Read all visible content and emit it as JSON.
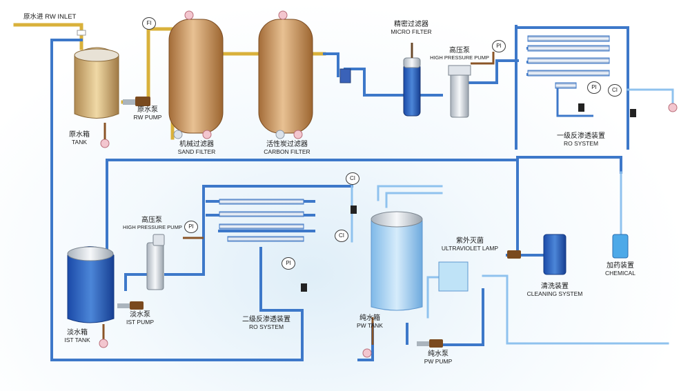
{
  "inlet": {
    "label": "原水进 RW INLET"
  },
  "components": {
    "rw_tank": {
      "cn": "原水箱",
      "en": "TANK"
    },
    "rw_pump": {
      "cn": "原水泵",
      "en": "RW PUMP"
    },
    "sand_filter": {
      "cn": "机械过滤器",
      "en": "SAND FILTER"
    },
    "carbon_filter": {
      "cn": "活性炭过滤器",
      "en": "CARBON FILTER"
    },
    "micro_filter": {
      "cn": "精密过滤器",
      "en": "MICRO FILTER"
    },
    "hp_pump_1": {
      "cn": "高压泵",
      "en": "HIGH PRESSURE PUMP"
    },
    "ro_1": {
      "cn": "一级反渗透装置",
      "en": "RO SYSTEM"
    },
    "hp_pump_2": {
      "cn": "高压泵",
      "en": "HIGH PRESSURE PUMP"
    },
    "ist_tank": {
      "cn": "淡水箱",
      "en": "IST TANK"
    },
    "ist_pump": {
      "cn": "淡水泵",
      "en": "IST PUMP"
    },
    "ro_2": {
      "cn": "二级反渗透装置",
      "en": "RO SYSTEM"
    },
    "pw_tank": {
      "cn": "纯水箱",
      "en": "PW TANK"
    },
    "pw_pump": {
      "cn": "纯水泵",
      "en": "PW PUMP"
    },
    "uv_lamp": {
      "cn": "紫外灭菌",
      "en": "ULTRAVIOLET LAMP"
    },
    "cleaning": {
      "cn": "清洗装置",
      "en": "CLEANING SYSTEM"
    },
    "chemical": {
      "cn": "加药装置",
      "en": "CHEMICAL"
    }
  },
  "gauges": {
    "fi": "FI",
    "pi": "PI",
    "ci": "CI"
  },
  "colors": {
    "raw_pipe": "#d9b13b",
    "pure_pipe": "#3d78c9",
    "light_pipe": "#8fc2ee",
    "filter_body": "#c9935c",
    "pump_motor": "#7a4a1e"
  }
}
